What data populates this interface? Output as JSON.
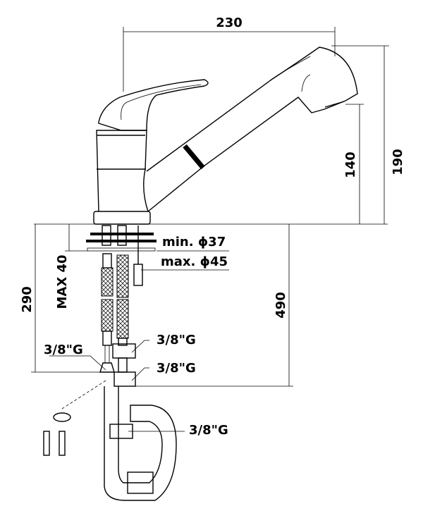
{
  "dimensions": {
    "width_total": "230",
    "height_total": "190",
    "height_outlet": "140",
    "below_counter": "290",
    "max_thickness": "MAX 40",
    "hose_length": "490",
    "hole_min": "min. ϕ37",
    "hole_max": "max. ϕ45",
    "thread_left": "3/8\"G",
    "thread_right_1": "3/8\"G",
    "thread_right_2": "3/8\"G",
    "thread_trap": "3/8\"G"
  },
  "colors": {
    "line": "#000000",
    "background": "#ffffff"
  }
}
